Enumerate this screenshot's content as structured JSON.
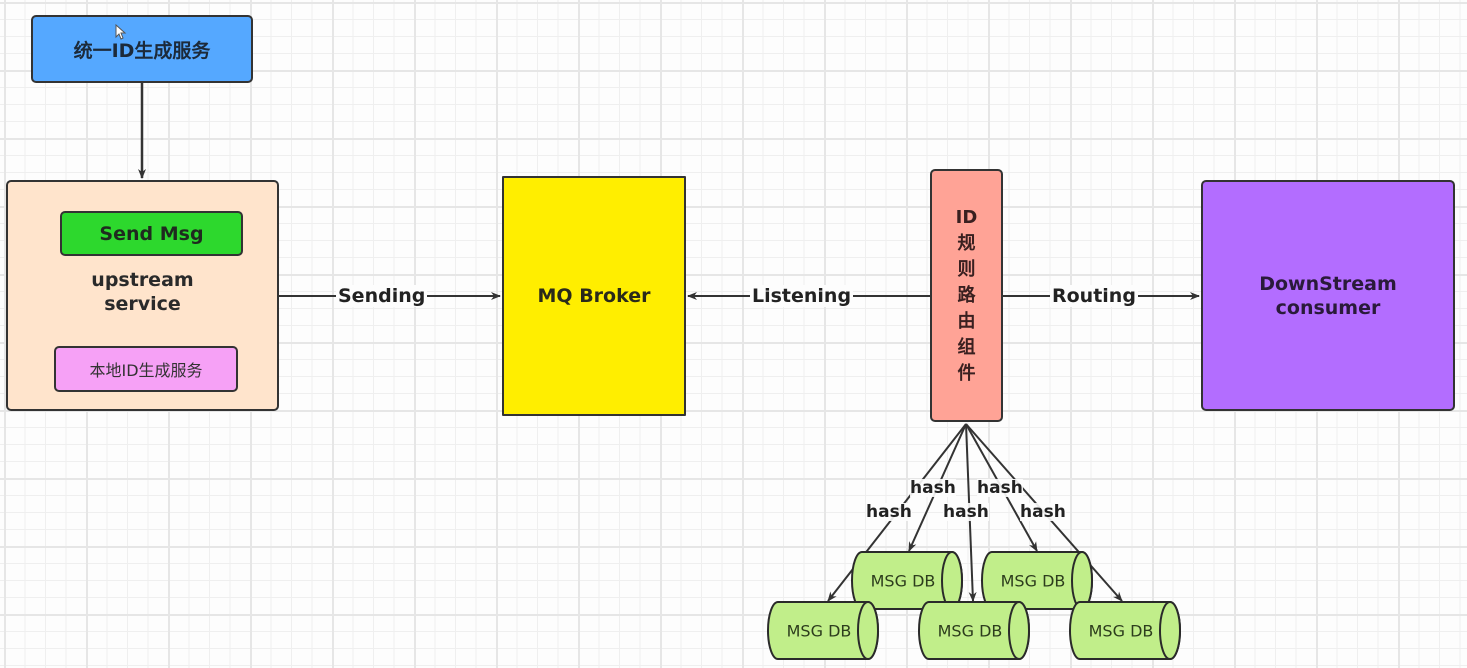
{
  "title": "MQ message routing architecture with ID-based sharding",
  "colors": {
    "unified_id": "#55a8ff",
    "upstream": "#ffe4cc",
    "send_msg": "#2dd82d",
    "local_id": "#f6a1f6",
    "mq_broker": "#ffee00",
    "id_router": "#ffa396",
    "downstream": "#b36dff",
    "msg_db": "#c1ee8a",
    "edge": "#333333"
  },
  "nodes": {
    "unified_id": {
      "label": "统一ID生成服务"
    },
    "upstream": {
      "label_line1": "upstream",
      "label_line2": "service",
      "send_msg": "Send Msg",
      "local_id": "本地ID生成服务"
    },
    "mq_broker": {
      "label": "MQ Broker"
    },
    "id_router": {
      "chars": [
        "ID",
        "规",
        "则",
        "路",
        "由",
        "组",
        "件"
      ]
    },
    "downstream": {
      "label_line1": "DownStream",
      "label_line2": "consumer"
    },
    "msg_dbs": [
      {
        "label": "MSG DB"
      },
      {
        "label": "MSG DB"
      },
      {
        "label": "MSG DB"
      },
      {
        "label": "MSG DB"
      },
      {
        "label": "MSG DB"
      }
    ]
  },
  "edges": [
    {
      "from": "unified_id",
      "to": "upstream",
      "label": ""
    },
    {
      "from": "upstream",
      "to": "mq_broker",
      "label": "Sending"
    },
    {
      "from": "id_router",
      "to": "mq_broker",
      "label": "Listening"
    },
    {
      "from": "id_router",
      "to": "downstream",
      "label": "Routing"
    },
    {
      "from": "id_router",
      "to": "msg_db_1",
      "label": "hash"
    },
    {
      "from": "id_router",
      "to": "msg_db_2",
      "label": "hash"
    },
    {
      "from": "id_router",
      "to": "msg_db_3",
      "label": "hash"
    },
    {
      "from": "id_router",
      "to": "msg_db_4",
      "label": "hash"
    },
    {
      "from": "id_router",
      "to": "msg_db_5",
      "label": "hash"
    }
  ]
}
